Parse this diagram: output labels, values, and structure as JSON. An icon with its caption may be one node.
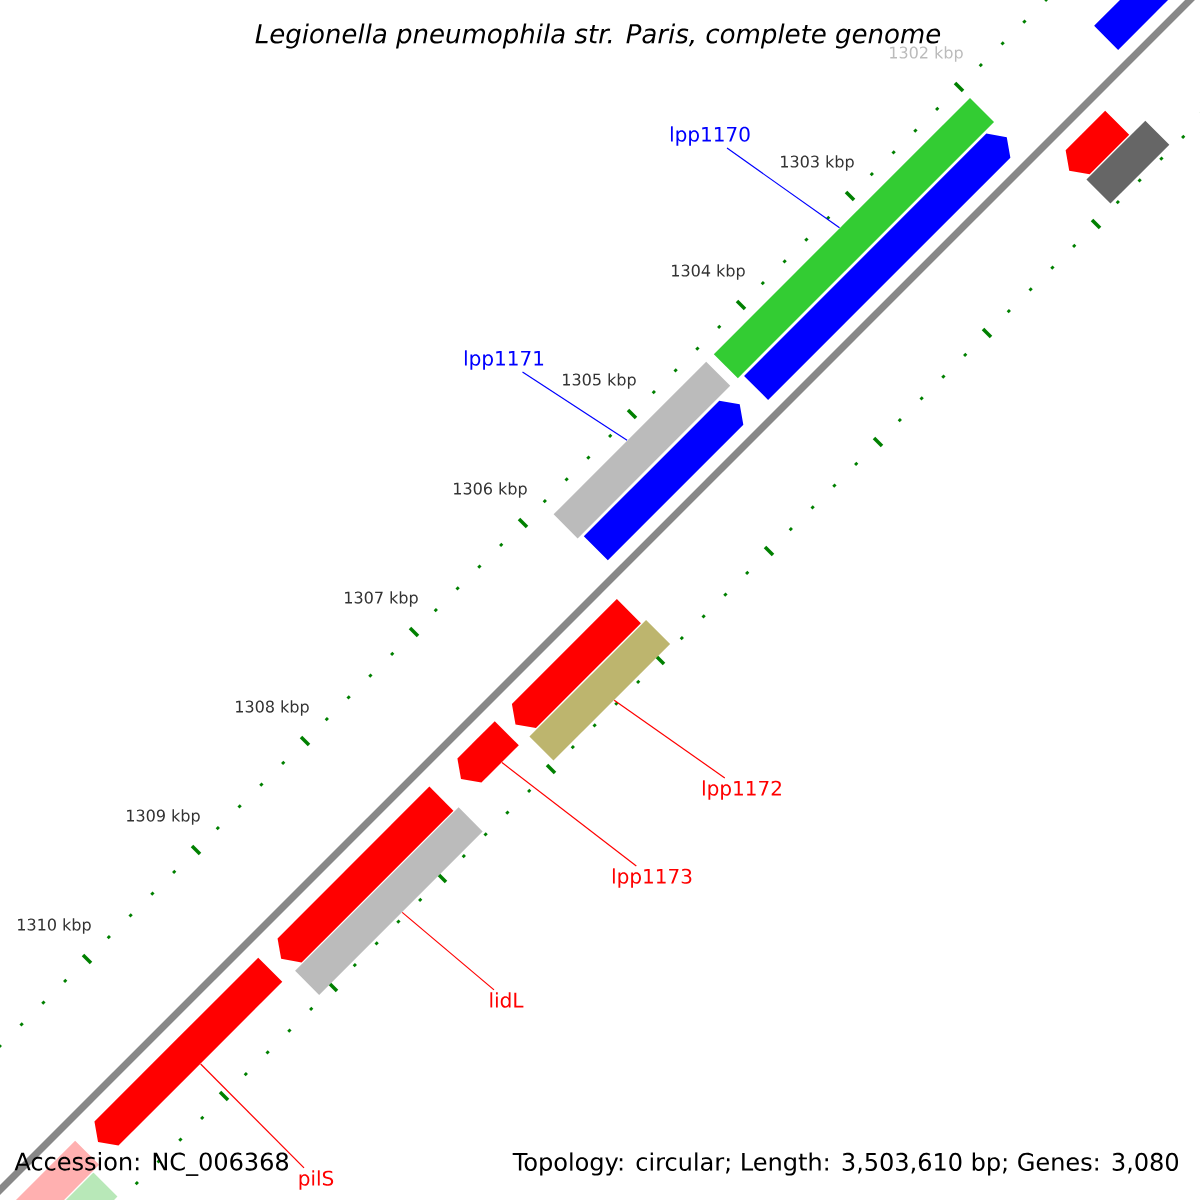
{
  "diagram": {
    "title": "Legionella pneumophila str. Paris, complete genome",
    "nodes": [
      {
        "text": [],
        "shape": "bar"
      },
      {
        "text": [],
        "shape": "bar"
      },
      {
        "text": [],
        "shape": "bar"
      },
      {
        "text": [],
        "shape": "bar"
      },
      {
        "text": [],
        "shape": "bar"
      },
      {
        "text": [],
        "shape": "bar"
      },
      {
        "text": [],
        "shape": "bar"
      },
      {
        "text": [],
        "shape": "bar"
      },
      {
        "text": [],
        "shape": "bar"
      },
      {
        "text": [],
        "shape": "bar"
      },
      {
        "text": [],
        "shape": "bar"
      },
      {
        "text": [],
        "shape": "bar"
      },
      {
        "text": [],
        "shape": "bar"
      },
      {
        "text": [],
        "shape": "bar"
      },
      {
        "text": [],
        "shape": "bar"
      },
      {
        "text": [
          "lpp1170"
        ]
      },
      {
        "text": [
          "lpp1171"
        ]
      },
      {
        "text": [
          "lpp1172"
        ]
      },
      {
        "text": [
          "lpp1173"
        ]
      },
      {
        "text": [
          "lidL"
        ]
      },
      {
        "text": [
          "pilS"
        ]
      }
    ],
    "edges": [
      {
        "from": 15,
        "to": 3,
        "arrow": "none",
        "color": "#0000ff"
      },
      {
        "from": 16,
        "to": 5,
        "arrow": "none",
        "color": "#0000ff"
      },
      {
        "from": 17,
        "to": 8,
        "arrow": "none"
      },
      {
        "from": 18,
        "to": 9,
        "arrow": "none"
      },
      {
        "from": 19,
        "to": 11,
        "arrow": "none"
      },
      {
        "from": 20,
        "to": 12,
        "arrow": "none"
      }
    ],
    "labels": [
      "1302 kbp",
      "1303 kbp",
      "1304 kbp",
      "1305 kbp",
      "1306 kbp",
      "1307 kbp",
      "1308 kbp",
      "1309 kbp",
      "1310 kbp",
      "Accession: NC_006368",
      "Topology: circular; Length: 3,503,610 bp; Genes: 3,080"
    ]
  }
}
